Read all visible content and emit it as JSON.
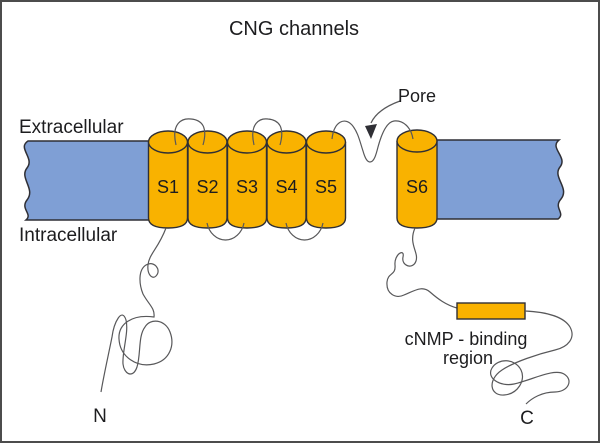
{
  "title": "CNG channels",
  "membrane": {
    "extracellular_label": "Extracellular",
    "intracellular_label": "Intracellular"
  },
  "segments": [
    {
      "label": "S1"
    },
    {
      "label": "S2"
    },
    {
      "label": "S3"
    },
    {
      "label": "S4"
    },
    {
      "label": "S5"
    },
    {
      "label": "S6"
    }
  ],
  "pore": {
    "label": "Pore"
  },
  "cnmp": {
    "label_line1": "cNMP - binding",
    "label_line2": "region"
  },
  "termini": {
    "n_label": "N",
    "c_label": "C"
  },
  "colors": {
    "segment_fill": "#f9b200",
    "membrane_fill": "#7f9fd5",
    "outline": "#2f2f35",
    "line": "#58585a",
    "text": "#1d1d1f",
    "frame": "#4c4c4c",
    "background": "#ffffff"
  }
}
